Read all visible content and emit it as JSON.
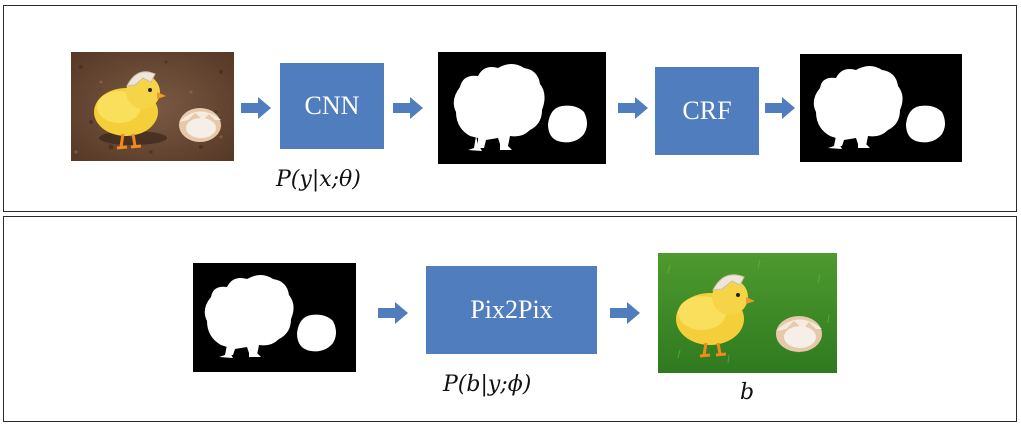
{
  "top_row": {
    "cnn_label": "CNN",
    "crf_label": "CRF",
    "cnn_formula": "P(y|x;θ)"
  },
  "bottom_row": {
    "pix2pix_label": "Pix2Pix",
    "pix2pix_formula": "P(b|y;ϕ)",
    "output_label": "b"
  },
  "colors": {
    "box_fill": "#4f7dbe",
    "arrow_fill": "#4f7dbe",
    "soil": "#6b4a35",
    "grass": "#3f8f2a"
  }
}
